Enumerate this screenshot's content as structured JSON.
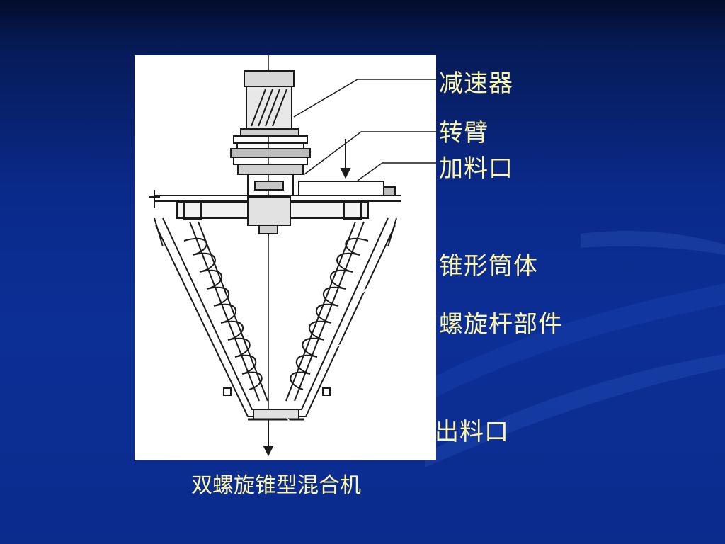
{
  "slide": {
    "caption": "双螺旋锥型混合机"
  },
  "labels": {
    "reducer": "减速器",
    "rotating_arm": "转臂",
    "feed_inlet": "加料口",
    "conical_shell": "锥形筒体",
    "screw_assembly": "螺旋杆部件",
    "discharge_outlet": "出料口"
  },
  "colors": {
    "background": "#0b2b8d",
    "label_text": "#fff7a8",
    "line_art": "#1a1a1a",
    "panel": "#ffffff"
  }
}
